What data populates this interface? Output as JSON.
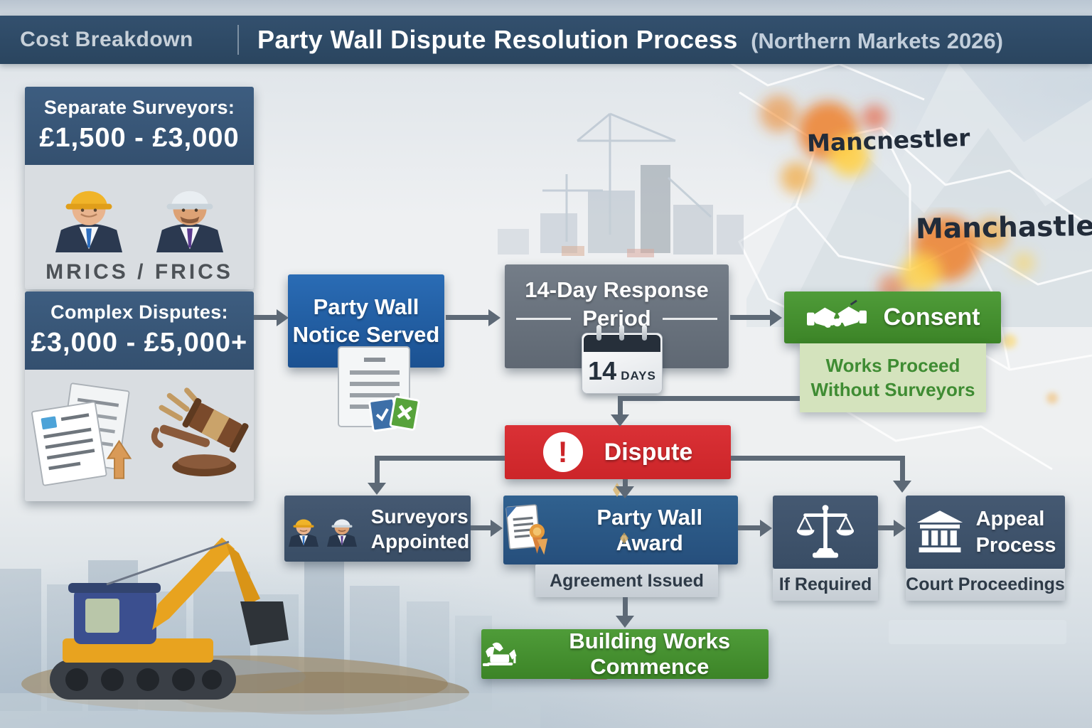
{
  "header": {
    "section_label": "Cost Breakdown",
    "title": "Party Wall Dispute Resolution Process",
    "subtitle": "(Northern Markets 2026)"
  },
  "sidebar": {
    "surveyors_card": {
      "title": "Separate Surveyors:",
      "price": "£1,500 - £3,000",
      "credentials": "MRICS / FRICS"
    },
    "disputes_card": {
      "title": "Complex Disputes:",
      "price": "£3,000 - £5,000+"
    }
  },
  "flow": {
    "notice": {
      "line1": "Party Wall",
      "line2": "Notice Served"
    },
    "response": {
      "line1": "14-Day Response",
      "line2": "Period",
      "calendar_number": "14",
      "calendar_unit": "DAYS"
    },
    "consent": {
      "label": "Consent",
      "sub_line1": "Works Proceed",
      "sub_line2": "Without Surveyors"
    },
    "dispute": {
      "label": "Dispute",
      "exclamation": "!"
    },
    "surveyors": {
      "line1": "Surveyors",
      "line2": "Appointed"
    },
    "award": {
      "label": "Party Wall Award",
      "caption": "Agreement Issued"
    },
    "tribunal": {
      "caption": "If Required"
    },
    "appeal": {
      "line1": "Appeal",
      "line2": "Process",
      "caption": "Court Proceedings"
    },
    "commence": {
      "label": "Building Works Commence"
    }
  },
  "map": {
    "label_top": "Mancnestler",
    "label_bottom": "Manchastle"
  },
  "colors": {
    "header_navy": "#2e4963",
    "card_header_blue": "#3a5a7c",
    "node_blue": "#1f5da8",
    "node_gray": "#6b747f",
    "node_slate": "#3f566f",
    "award_blue": "#2b5a8c",
    "green": "#46882f",
    "light_green": "#d4e3bd",
    "red": "#d62e31",
    "caption_bg": "#cfd6dc",
    "arrow_gray": "#5d6976",
    "heat_orange": "#ef7a22",
    "heat_yellow": "#ffd24a"
  }
}
